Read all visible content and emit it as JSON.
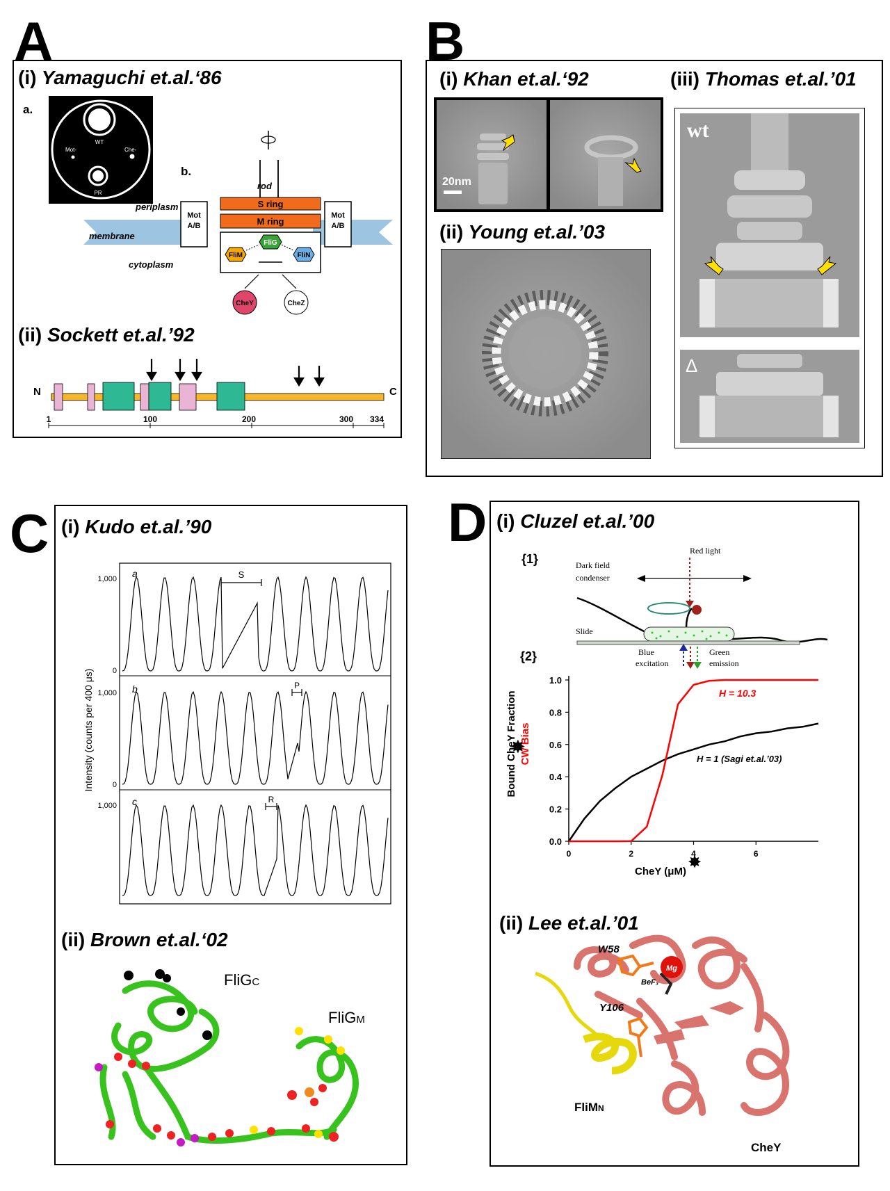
{
  "panels": {
    "A": {
      "letter": "A",
      "sub_i": {
        "num": "(i)",
        "ref": "Yamaguchi et.al.‘86"
      },
      "plate": {
        "label_a": "a.",
        "wt": "WT",
        "mot": "Mot-",
        "che": "Che-",
        "pr": "PR"
      },
      "motor": {
        "label_b": "b.",
        "rod": "rod",
        "periplasm": "periplasm",
        "membrane": "membrane",
        "cytoplasm": "cytoplasm",
        "mot_left_1": "Mot",
        "mot_left_2": "A/B",
        "mot_right_1": "Mot",
        "mot_right_2": "A/B",
        "s_ring": "S ring",
        "m_ring": "M ring",
        "flim": "FliM",
        "flig": "FliG",
        "flin": "FliN",
        "chey": "CheY",
        "chez": "CheZ"
      },
      "sub_ii": {
        "num": "(ii)",
        "ref": "Sockett et.al.’92"
      },
      "domain_map": {
        "n": "N",
        "c": "C",
        "ticks": [
          "1",
          "100",
          "200",
          "300",
          "334"
        ]
      }
    },
    "B": {
      "letter": "B",
      "sub_i": {
        "num": "(i)",
        "ref": "Khan et.al.‘92"
      },
      "scale": "20nm",
      "sub_ii": {
        "num": "(ii)",
        "ref": "Young et.al.’03"
      },
      "sub_iii": {
        "num": "(iii)",
        "ref": "Thomas et.al.’01"
      },
      "wt": "wt",
      "delta": "Δ"
    },
    "C": {
      "letter": "C",
      "sub_i": {
        "num": "(i)",
        "ref": "Kudo et.al.’90"
      },
      "ylabel": "Intensity (counts per 400 μs)",
      "traces": [
        {
          "id": "a",
          "top_tick": "1,000",
          "bottom_tick": "0",
          "event": "S"
        },
        {
          "id": "b",
          "top_tick": "1,000",
          "bottom_tick": "0",
          "event": "P"
        },
        {
          "id": "c",
          "top_tick": "1,000",
          "bottom_tick": "",
          "event": "R"
        }
      ],
      "sub_ii": {
        "num": "(ii)",
        "ref": "Brown et.al.‘02"
      },
      "fligc": "FliGC",
      "fligc_main": "FliG",
      "fligc_sub": "C",
      "fligm_main": "FliG",
      "fligm_sub": "M"
    },
    "D": {
      "letter": "D",
      "sub_i": {
        "num": "(i)",
        "ref": "Cluzel et.al.’00"
      },
      "schematic": {
        "tag": "{1}",
        "red_light": "Red light",
        "condenser_1": "Dark field",
        "condenser_2": "condenser",
        "slide": "Slide",
        "blue_1": "Blue",
        "blue_2": "excitation",
        "green_1": "Green",
        "green_2": "emission"
      },
      "plot_tag": "{2}",
      "ylabel_black": "Bound CheY Fraction",
      "ylabel_red": "CW Bias",
      "xlabel": "CheY (μM)",
      "red_label": "H = 10.3",
      "black_label_main": "H = 1",
      "black_label_ref": "(Sagi et.al.’03)",
      "sub_ii": {
        "num": "(ii)",
        "ref": "Lee et.al.’01"
      },
      "w58": "W58",
      "mg": "Mg",
      "bef3": "BeF₃",
      "y106": "Y106",
      "flimn_main": "FliM",
      "flimn_sub": "N",
      "chey": "CheY"
    }
  },
  "colors": {
    "orange_ring": "#f26a1b",
    "flim": "#f6a800",
    "flig": "#3aa33a",
    "flin": "#6aaee6",
    "chey": "#e0466b",
    "domain_bar": "#f7b72a",
    "domain_teal": "#2fb894",
    "red_curve": "#ff0000",
    "protein_pink": "#d9736e",
    "flimn_yellow": "#e6d80a",
    "flig_green": "#38c21d"
  },
  "chart_data": {
    "type": "line",
    "x": [
      0,
      0.5,
      1,
      1.5,
      2,
      2.5,
      3,
      3.5,
      4,
      4.5,
      5,
      5.5,
      6,
      6.5,
      7,
      7.5,
      8
    ],
    "series": [
      {
        "name": "H = 10.3",
        "values": [
          0,
          0,
          0,
          0,
          0.001,
          0.09,
          0.41,
          0.85,
          0.97,
          0.995,
          1,
          1,
          1,
          1,
          1,
          1,
          1
        ]
      },
      {
        "name": "H = 1 (Sagi et.al.’03)",
        "values": [
          0,
          0.14,
          0.25,
          0.33,
          0.4,
          0.45,
          0.5,
          0.54,
          0.57,
          0.6,
          0.62,
          0.65,
          0.67,
          0.68,
          0.7,
          0.71,
          0.73
        ]
      }
    ],
    "xlabel": "CheY (μM)",
    "ylabel": "Bound CheY Fraction / CW Bias",
    "xlim": [
      0,
      8
    ],
    "ylim": [
      0,
      1.0
    ],
    "xticks": [
      "0",
      "2",
      "4",
      "6"
    ],
    "yticks": [
      "0.0",
      "0.2",
      "0.4",
      "0.6",
      "0.8",
      "1.0"
    ]
  }
}
